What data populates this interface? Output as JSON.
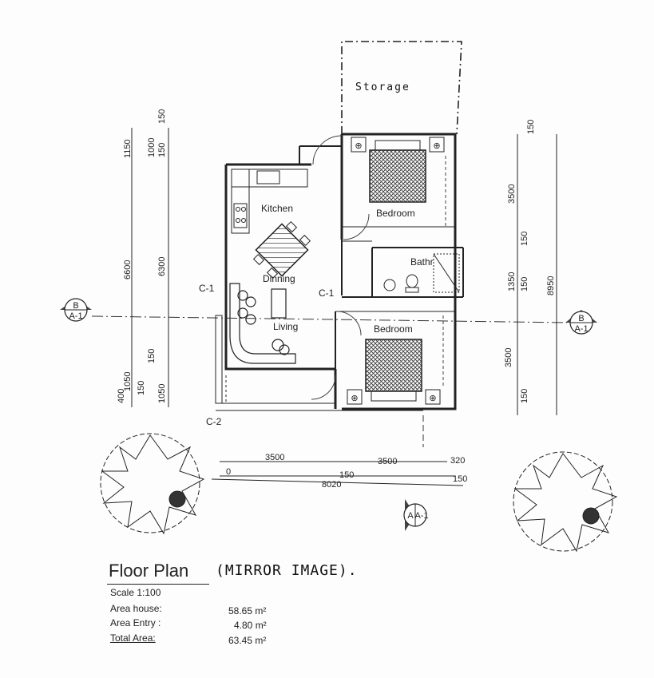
{
  "rooms": {
    "storage": "Storage",
    "kitchen": "Kitchen",
    "dinning": "Dinning",
    "living": "Living",
    "bedroom_top": "Bedroom",
    "bedroom_bottom": "Bedroom",
    "bathroom": "Bathr"
  },
  "markers": {
    "c1_left": "C-1",
    "c1_right": "C-1",
    "c2": "C-2",
    "section_left_top": "B",
    "section_left_bottom": "A-1",
    "section_right_top": "B",
    "section_right_bottom": "A-1",
    "section_bottom_top": "A",
    "section_bottom_bottom": "A-1"
  },
  "dimensions": {
    "left_outer": [
      "1150",
      "6600",
      "400"
    ],
    "left_mid": [
      "150",
      "1000",
      "150",
      "6300",
      "150",
      "1050",
      "150",
      "1050"
    ],
    "right": [
      "150",
      "3500",
      "150",
      "1350",
      "150",
      "3500",
      "150"
    ],
    "right_total": "8950",
    "bottom": [
      "3500",
      "3500",
      "320",
      "0",
      "150",
      "8020",
      "150"
    ]
  },
  "title": {
    "main": "Floor Plan",
    "note": "(MIRROR IMAGE)."
  },
  "summary": {
    "scale": "Scale 1:100",
    "rows": [
      {
        "label": "Area house:",
        "value": "58.65 m²"
      },
      {
        "label": "Area Entry :",
        "value": "4.80 m²"
      },
      {
        "label": "Total Area:",
        "value": "63.45 m²"
      }
    ]
  }
}
